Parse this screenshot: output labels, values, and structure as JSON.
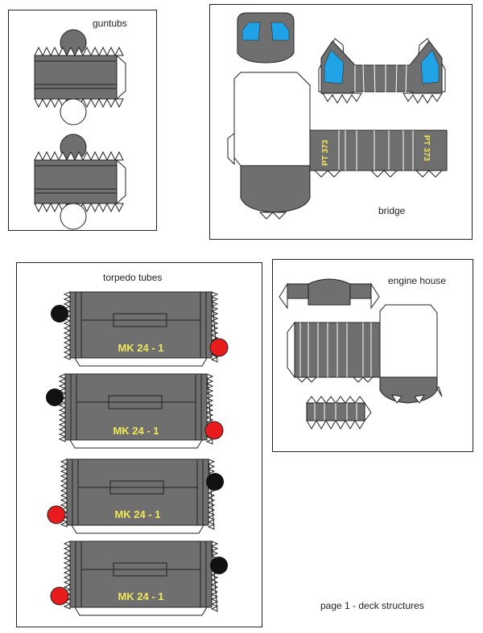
{
  "panels": {
    "guntubs": {
      "title": "guntubs"
    },
    "bridge": {
      "title": "bridge",
      "hull_number": "PT 373"
    },
    "torpedo_tubes": {
      "title": "torpedo tubes",
      "tube_label": "MK 24 - 1"
    },
    "engine_house": {
      "title": "engine house"
    }
  },
  "footer": {
    "text": "page 1 - deck structures"
  },
  "colors": {
    "hull_gray": "#6f6f6f",
    "window_blue": "#1fa3e6",
    "label_yellow": "#f2e85a",
    "cap_red": "#e81c1c",
    "cap_black": "#111111"
  }
}
